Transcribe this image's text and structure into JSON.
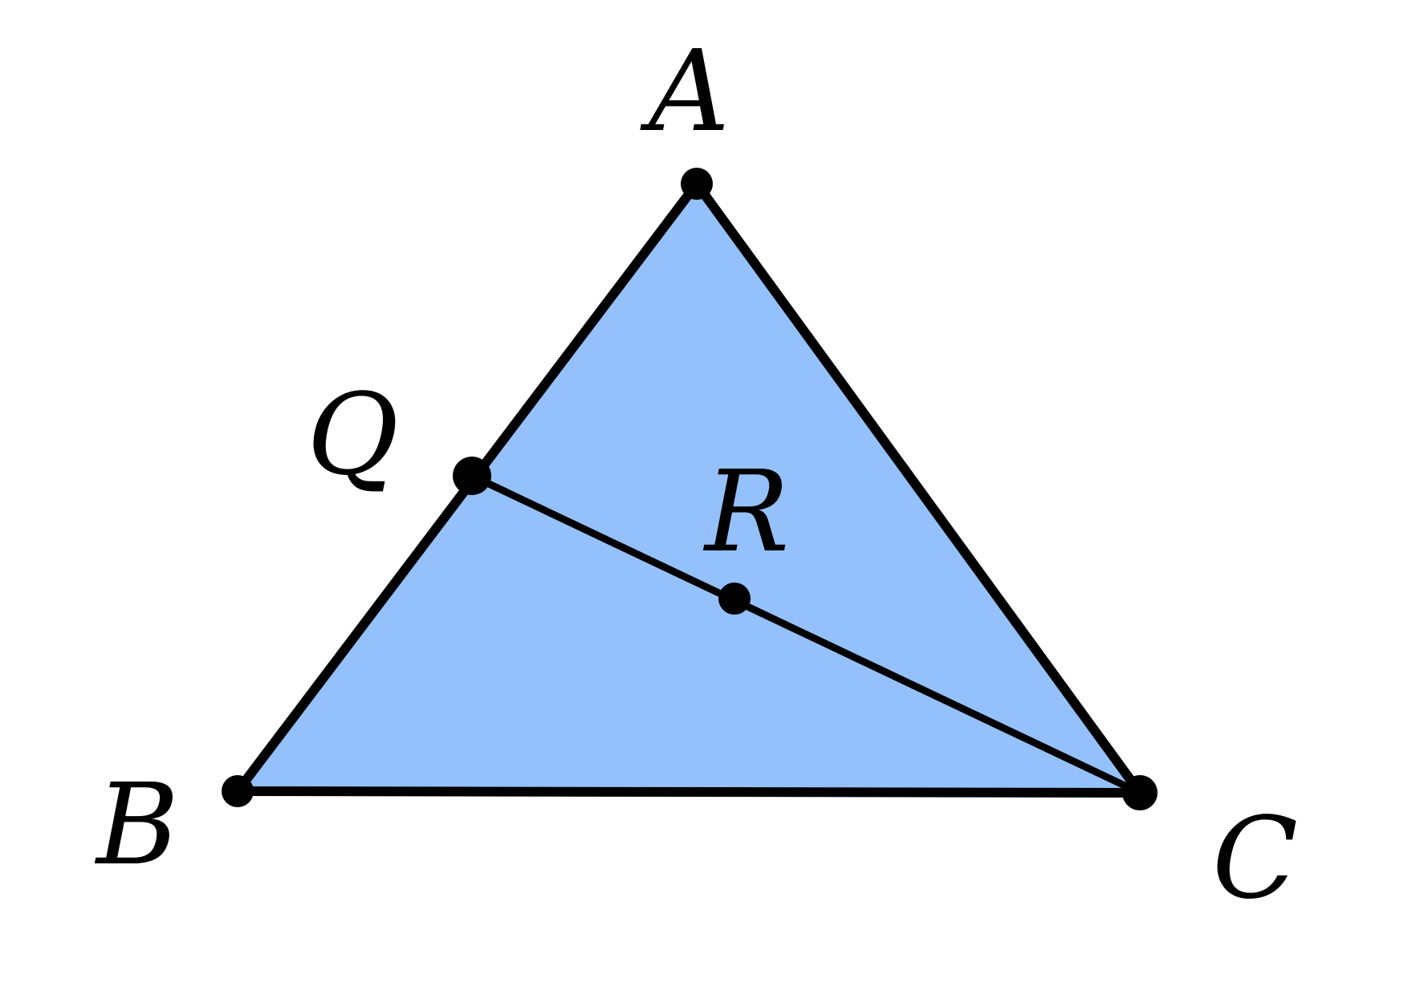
{
  "diagram": {
    "fill_color": "#94C1FB",
    "stroke_color": "#000000",
    "labels": {
      "A": "A",
      "B": "B",
      "C": "C",
      "Q": "Q",
      "R": "R"
    }
  }
}
